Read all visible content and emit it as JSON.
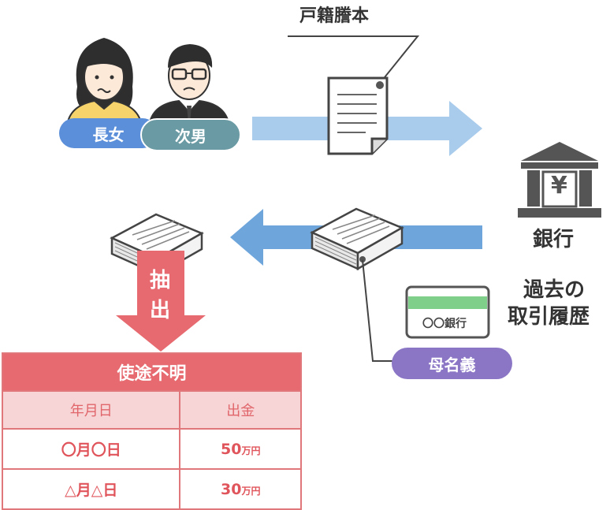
{
  "people": {
    "eldest_daughter": "長女",
    "second_son": "次男"
  },
  "document": {
    "label": "戸籍謄本"
  },
  "bank": {
    "label": "銀行",
    "icon_text": "¥",
    "history_label_line1": "過去の",
    "history_label_line2": "取引履歴"
  },
  "card": {
    "label": "〇〇銀行"
  },
  "mother_account": {
    "label": "母名義"
  },
  "extract": {
    "line1": "抽",
    "line2": "出"
  },
  "table": {
    "title": "使途不明",
    "columns": [
      "年月日",
      "出金"
    ],
    "rows": [
      {
        "date": "〇月〇日",
        "amount": "50",
        "unit": "万円"
      },
      {
        "date": "△月△日",
        "amount": "30",
        "unit": "万円"
      }
    ]
  },
  "colors": {
    "blue_pill": "#5b8fd9",
    "teal_pill": "#6a9aa3",
    "purple_pill": "#8b76c6",
    "arrow_light_blue": "#a9cbec",
    "arrow_blue": "#6ea6dc",
    "red": "#e66a6f"
  }
}
